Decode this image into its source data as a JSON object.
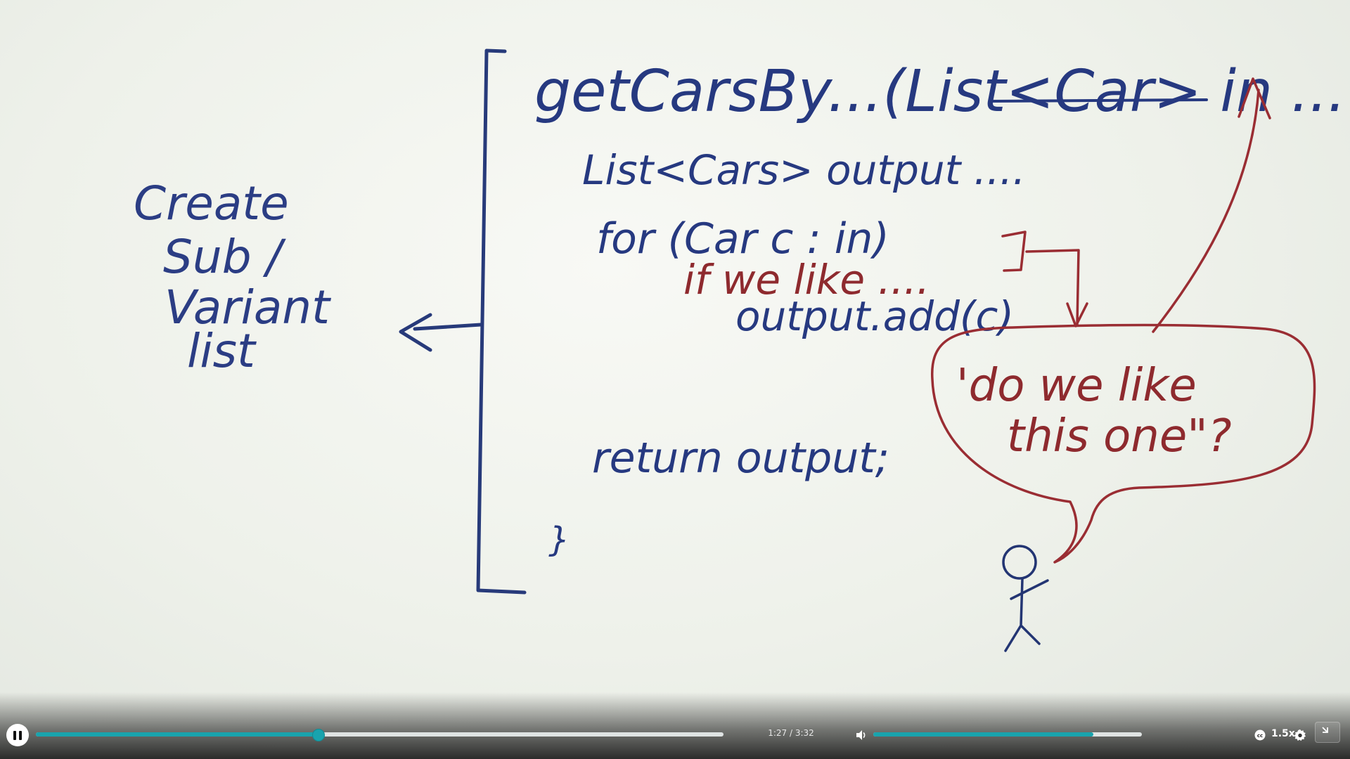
{
  "video": {
    "whiteboard": {
      "left_note": [
        "Create",
        "Sub /",
        "Variant",
        "list"
      ],
      "code_lines": [
        "getCarsBy...(List<Car> in ...",
        "List<Cars> output ....",
        "for (Car c : in)",
        "if we like ....",
        "output.add(c)",
        "return output;",
        "}"
      ],
      "bubble_lines": [
        "'do we like",
        "this one\"?"
      ]
    }
  },
  "player": {
    "progress_fraction": 0.41,
    "volume_fraction": 0.82,
    "current_time": "1:27",
    "separator": "/",
    "duration": "3:32",
    "time_display": "1:27 / 3:32",
    "speed": "1.5x",
    "accent_color": "#19a3ad"
  }
}
